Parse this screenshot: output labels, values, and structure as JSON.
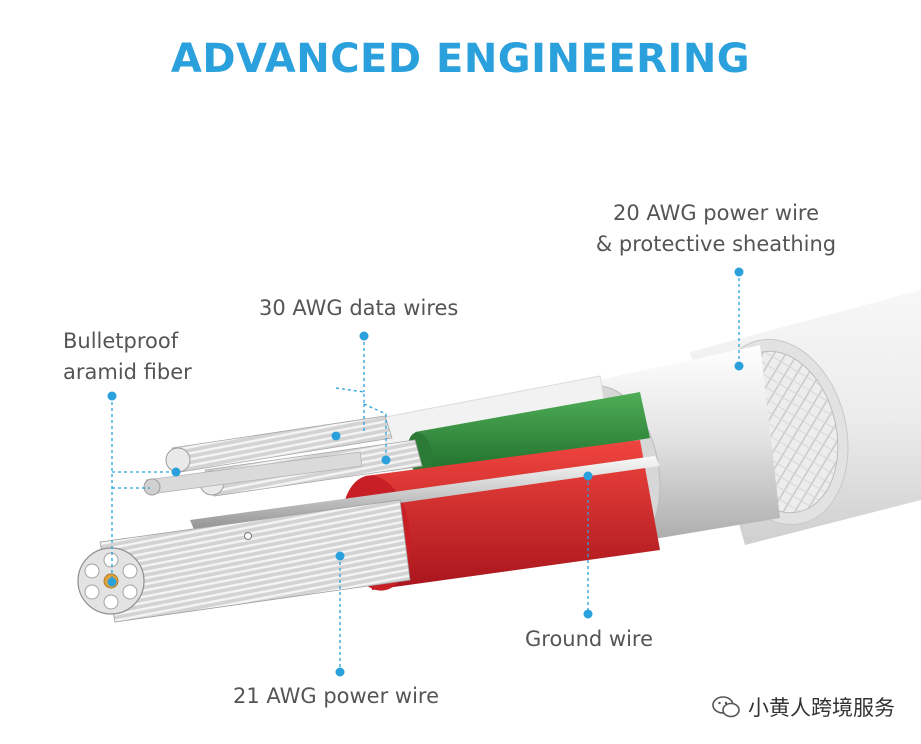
{
  "title": "ADVANCED ENGINEERING",
  "labels": {
    "awg20_line1": "20 AWG power wire",
    "awg20_line2": "& protective sheathing",
    "data_wires": "30 AWG data wires",
    "aramid_line1": "Bulletproof",
    "aramid_line2": "aramid fiber",
    "ground_wire": "Ground wire",
    "awg21_power": "21 AWG power wire"
  },
  "watermark": "小黄人跨境服务",
  "colors": {
    "accent": "#2aa0dc",
    "label_text": "#555555",
    "green_insulation": "#2e8a3a",
    "red_insulation": "#d9262c",
    "jacket": "#eeeeee"
  }
}
